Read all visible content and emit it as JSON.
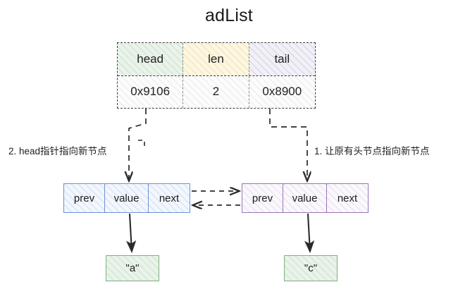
{
  "title": "adList",
  "colors": {
    "head_cell": "#e9f3ea",
    "len_cell": "#fdf6e0",
    "tail_cell": "#f2f0f7",
    "left_node_border": "#6b93d6",
    "right_node_border": "#9b74b8",
    "value_box_border": "#7cb07e",
    "dashed_line": "#3d3d3d",
    "solid_arrow": "#2b2b2b"
  },
  "struct_table": {
    "headers": [
      "head",
      "len",
      "tail"
    ],
    "values": [
      "0x9106",
      "2",
      "0x8900"
    ]
  },
  "nodes": {
    "left": {
      "fields": [
        "prev",
        "value",
        "next"
      ]
    },
    "right": {
      "fields": [
        "prev",
        "value",
        "next"
      ]
    }
  },
  "value_boxes": {
    "left": "\"a\"",
    "right": "\"c\""
  },
  "annotations": {
    "left": "2. head指针指向新节点",
    "right": "1. 让原有头节点指向新节点"
  }
}
